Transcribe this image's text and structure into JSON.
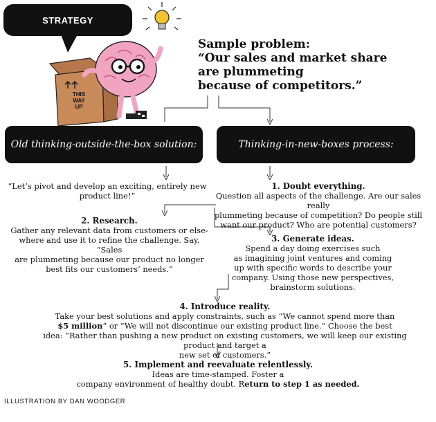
{
  "badge": {
    "label": "STRATEGY"
  },
  "box_label": [
    "THIS",
    "WAY",
    "UP"
  ],
  "problem": {
    "lines": [
      "Sample problem:",
      "“Our sales and market share",
      "are plummeting",
      "because of competitors.”"
    ]
  },
  "pills": {
    "old": "Old thinking-outside-the-box solution:",
    "new": "Thinking-in-new-boxes process:"
  },
  "old_solution": {
    "lines": [
      "“Let’s pivot and develop an exciting, entirely new",
      "product line!”"
    ]
  },
  "steps": [
    {
      "title": "1. Doubt everything.",
      "lines": [
        "Question all aspects of the challenge. Are our sales really",
        "plummeting because of competition? Do people still",
        "want our product? Who are potential customers?"
      ]
    },
    {
      "title": "2. Research.",
      "lines": [
        "Gather any relevant data from customers or else-",
        "where and use it to refine the challenge. Say, “Sales",
        "are plummeting because our product no longer",
        "best fits our customers’ needs.”"
      ]
    },
    {
      "title": "3. Generate ideas.",
      "lines": [
        "Spend a day doing exercises such",
        "as imagining joint ventures and coming",
        "up with specific words to describe your",
        "company. Using those new perspectives,",
        "brainstorm solutions."
      ]
    },
    {
      "title": "4. Introduce reality.",
      "line1": "Take your best solutions and apply constraints, such as “We cannot spend more than",
      "line2_bold": "$5 million",
      "line2_rest": "” or “We will not discontinue our existing product line.” Choose the best",
      "line3": "idea: “Rather than pushing a new product on existing customers, we will keep our existing product and target a",
      "line4": "new set of customers.”"
    },
    {
      "title": "5. Implement and reevaluate relentlessly.",
      "lines": [
        "Ideas are time-stamped. Foster a"
      ],
      "line3_start": "company environment of healthy doubt. R",
      "line3_bold": "eturn to step 1 as needed."
    }
  ],
  "credit": "ILLUSTRATION BY DAN WOODGER",
  "colors": {
    "ink": "#111111",
    "brain": "#f1a4c0",
    "box": "#c98a5a",
    "bulb": "#f4c430"
  }
}
